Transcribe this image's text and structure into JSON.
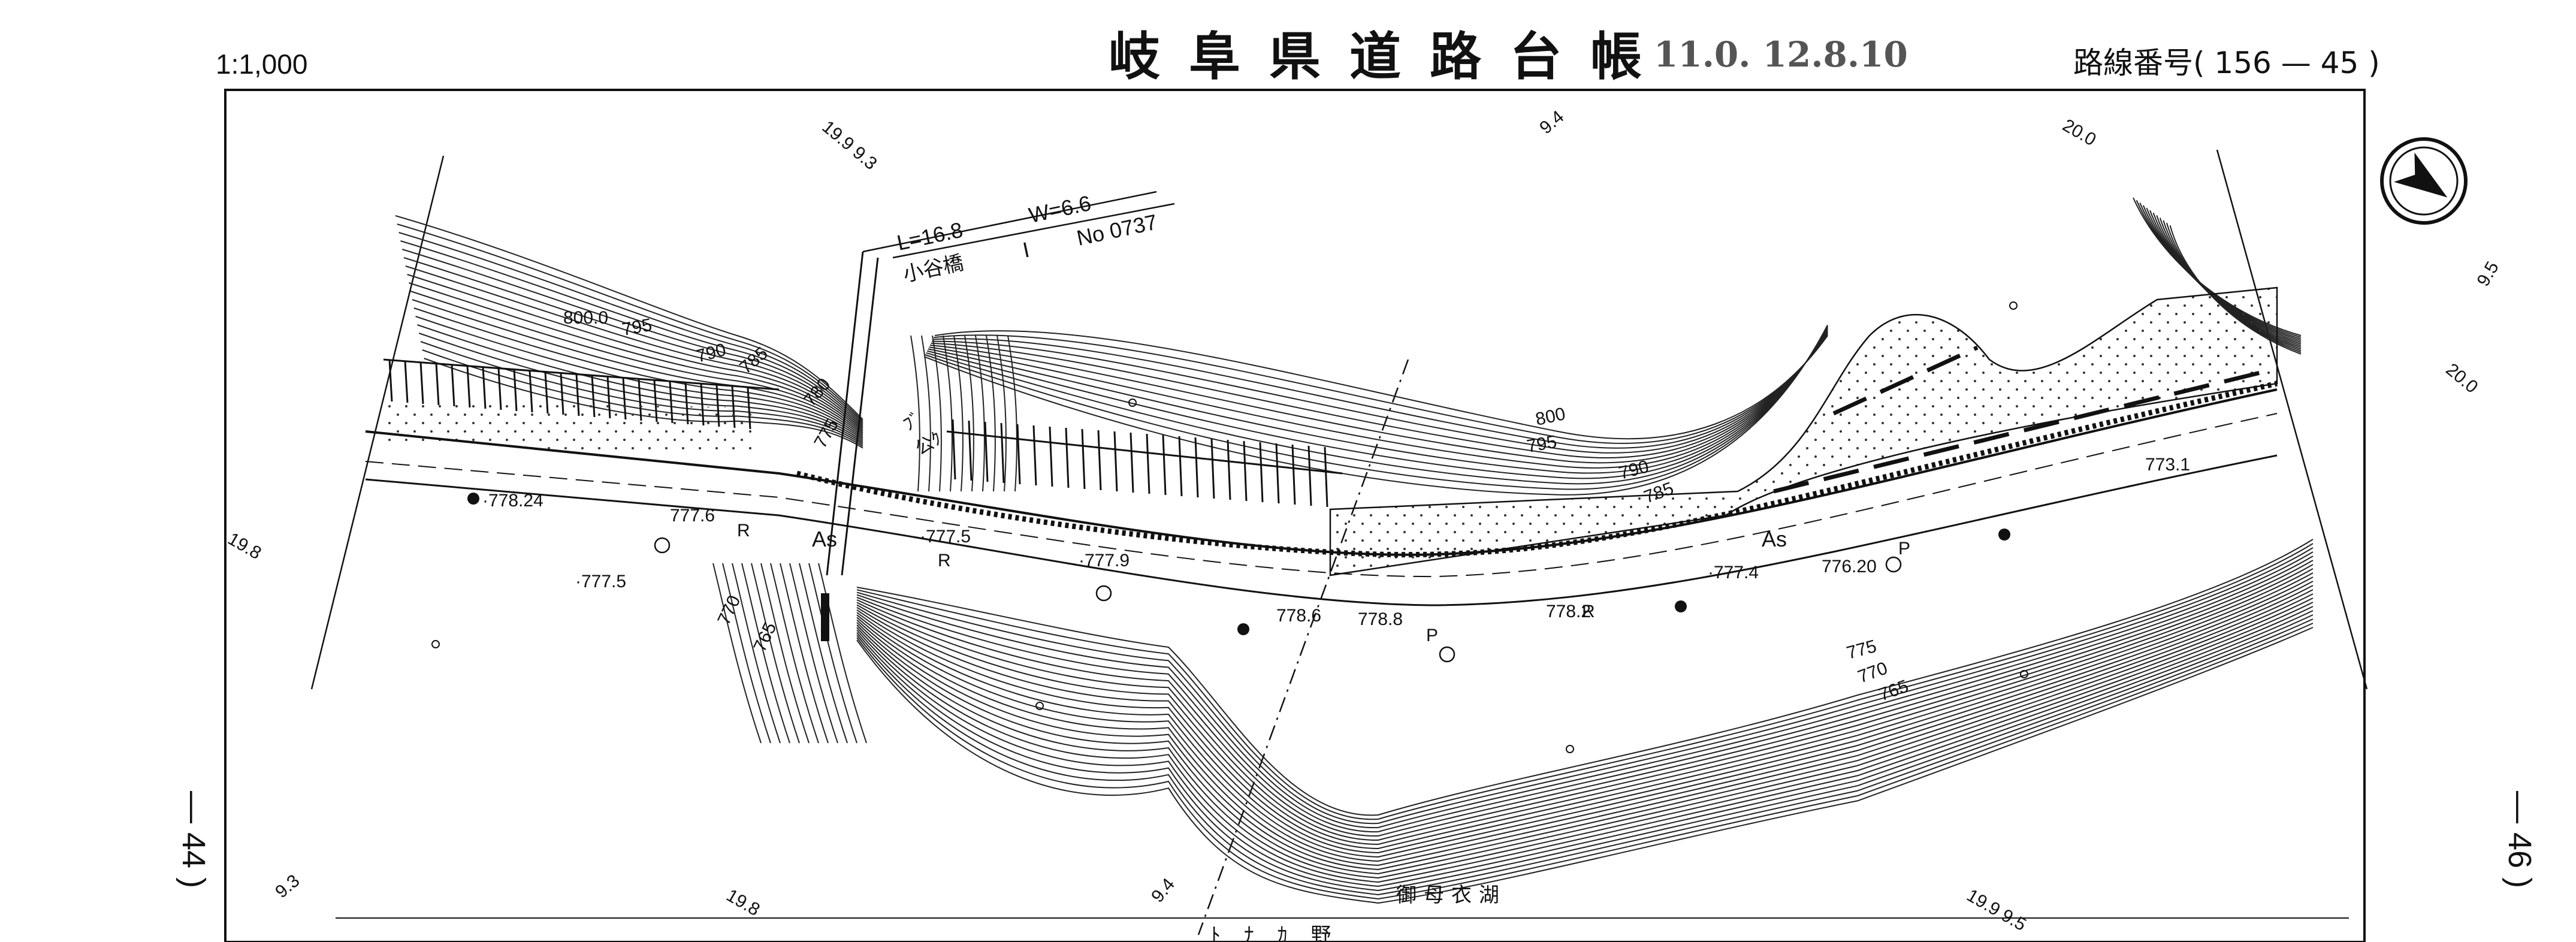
{
  "header": {
    "scale": "1:1,000",
    "title": "岐阜県道路台帳",
    "stamp": "11.0. 12.8.10",
    "route_prefix": "路線番号(",
    "route_number": "156",
    "route_sep": "—",
    "route_sheet": "45",
    "route_suffix": ")"
  },
  "page_refs": {
    "prev": "— 44 )",
    "next": "— 46 )"
  },
  "bridge": {
    "length": "L=16.8",
    "width": "W=6.6",
    "name": "小谷橋",
    "mark": "I",
    "number": "No 0737"
  },
  "lake_label": "御母衣湖",
  "bottom_label": "ﾄ ﾅ ｶ 野",
  "road_labels": {
    "surface_left": "As",
    "surface_right": "As"
  },
  "grid_labels": [
    "19.9 9.3",
    "9.4",
    "20.0",
    "9.5",
    "20.0",
    "19.8",
    "9.3",
    "19.8",
    "9.4",
    "19.9 9.5"
  ],
  "contour_labels": [
    "800.0",
    "795",
    "790",
    "785",
    "780",
    "775",
    "800",
    "795",
    "790",
    "785",
    "770",
    "765",
    "775",
    "770",
    "765"
  ],
  "spot_heights": [
    "·778.24",
    "·777.5",
    "777.6",
    "·777.5",
    "·777.9",
    "778.6",
    "778.8",
    "778.2",
    "·777.4",
    "776.20",
    "773.1"
  ],
  "misc_labels": [
    "R",
    "R",
    "R",
    "P",
    "P",
    "ﾌﾞ",
    "公ｸ"
  ],
  "colors": {
    "ink": "#111111",
    "paper": "#ffffff"
  },
  "icons": [
    "north-arrow-icon",
    "utility-pole-icon",
    "manhole-icon",
    "boundary-post-icon"
  ]
}
